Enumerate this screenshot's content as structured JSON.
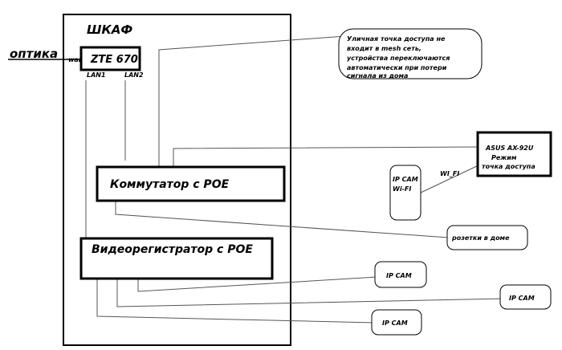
{
  "cabinet": {
    "title": "ШКАФ"
  },
  "optics": {
    "label": "оптика",
    "wan": "wan"
  },
  "router": {
    "label": "ZTE 670",
    "lan1": "LAN1",
    "lan2": "LAN2"
  },
  "switch": {
    "label": "Коммутатор с POE"
  },
  "nvr": {
    "label": "Видеорегистратор  с POE"
  },
  "outdoor_ap_note": {
    "lines": [
      "Уличная точка доступа не",
      "входит  в mesh сеть,",
      "устройства переключаются",
      "автоматически при потери",
      "сигнала из дома"
    ]
  },
  "asus": {
    "lines": [
      "ASUS AX-92U",
      "Режим",
      "точка доступа"
    ]
  },
  "wifi_link": {
    "label": "WI_FI"
  },
  "wifi_cam": {
    "lines": [
      "IP  CAM",
      "Wi-FI"
    ]
  },
  "sockets": {
    "label": "розетки в доме"
  },
  "cams": [
    {
      "label": "IP CAM"
    },
    {
      "label": "IP CAM"
    },
    {
      "label": "IP CAM"
    }
  ]
}
